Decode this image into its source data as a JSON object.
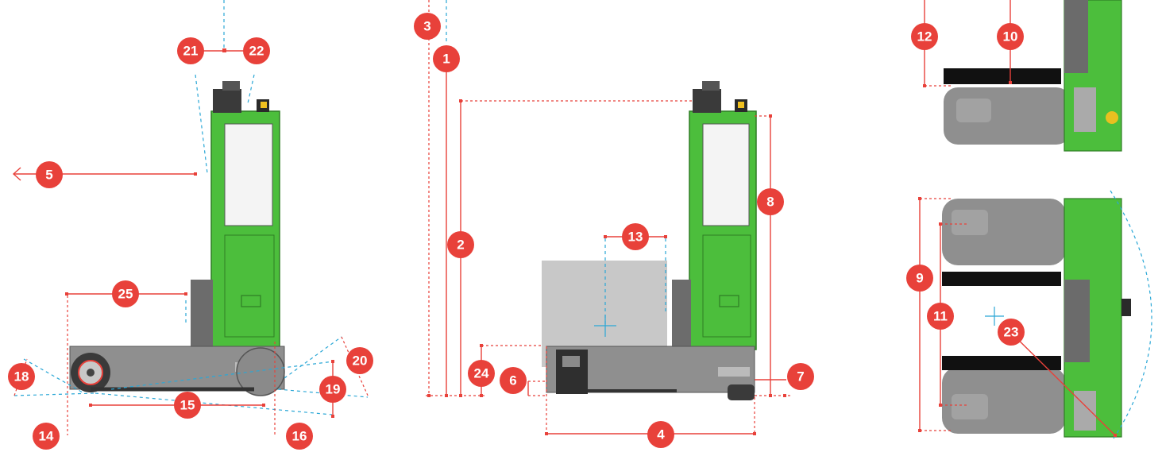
{
  "colors": {
    "badge": "#e8413a",
    "machine_green": "#4cbe3c",
    "chassis_gray": "#8f8f8f",
    "load_gray": "#c8c8c8",
    "dimension_line": "#e8413a",
    "guide_line": "#2aa7d6"
  },
  "badges": [
    {
      "id": "1",
      "label": "1"
    },
    {
      "id": "2",
      "label": "2"
    },
    {
      "id": "3",
      "label": "3"
    },
    {
      "id": "4",
      "label": "4"
    },
    {
      "id": "5",
      "label": "5"
    },
    {
      "id": "6",
      "label": "6"
    },
    {
      "id": "7",
      "label": "7"
    },
    {
      "id": "8",
      "label": "8"
    },
    {
      "id": "9",
      "label": "9"
    },
    {
      "id": "10",
      "label": "10"
    },
    {
      "id": "11",
      "label": "11"
    },
    {
      "id": "12",
      "label": "12"
    },
    {
      "id": "13",
      "label": "13"
    },
    {
      "id": "14",
      "label": "14"
    },
    {
      "id": "15",
      "label": "15"
    },
    {
      "id": "16",
      "label": "16"
    },
    {
      "id": "18",
      "label": "18"
    },
    {
      "id": "19",
      "label": "19"
    },
    {
      "id": "20",
      "label": "20"
    },
    {
      "id": "21",
      "label": "21"
    },
    {
      "id": "22",
      "label": "22"
    },
    {
      "id": "23",
      "label": "23"
    },
    {
      "id": "24",
      "label": "24"
    },
    {
      "id": "25",
      "label": "25"
    }
  ],
  "icons": {
    "direction_arrow": "arrow-left-icon",
    "center_of_gravity": "crosshair-icon"
  }
}
